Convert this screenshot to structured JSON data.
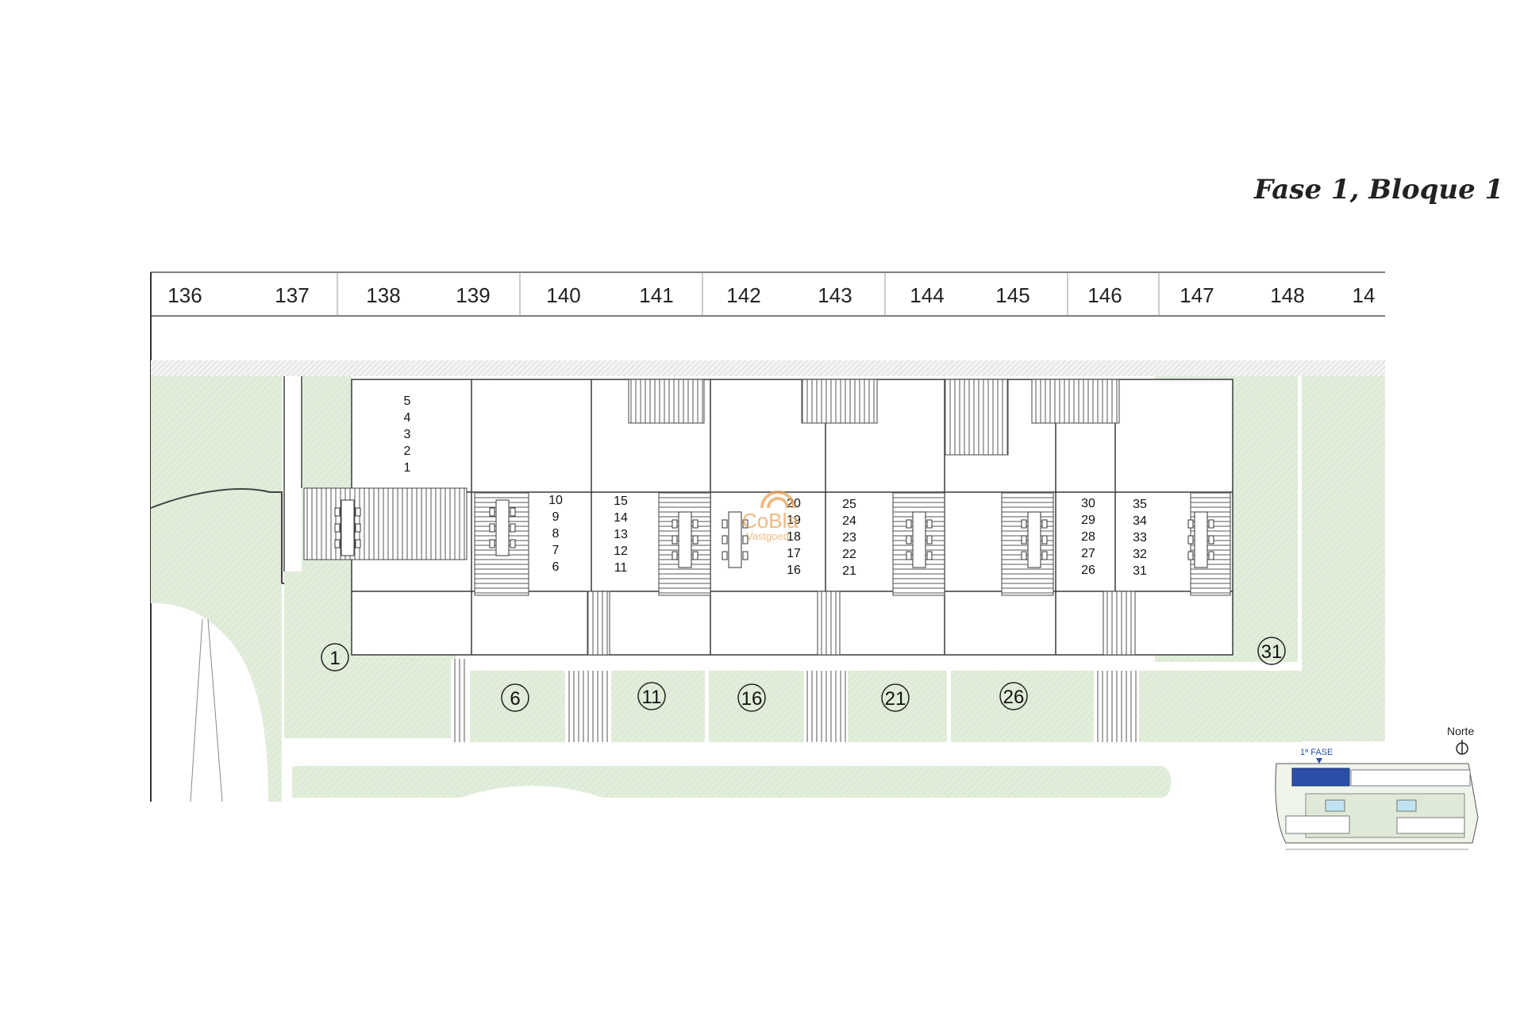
{
  "title": "Fase 1, Bloque 1",
  "parking_numbers": [
    "136",
    "137",
    "138",
    "139",
    "140",
    "141",
    "142",
    "143",
    "144",
    "145",
    "146",
    "147",
    "148",
    "14"
  ],
  "stacks": [
    [
      "5",
      "4",
      "3",
      "2",
      "1"
    ],
    [
      "10",
      "9",
      "8",
      "7",
      "6"
    ],
    [
      "15",
      "14",
      "13",
      "12",
      "11"
    ],
    [
      "20",
      "19",
      "18",
      "17",
      "16"
    ],
    [
      "25",
      "24",
      "23",
      "22",
      "21"
    ],
    [
      "30",
      "29",
      "28",
      "27",
      "26"
    ],
    [
      "35",
      "34",
      "33",
      "32",
      "31"
    ]
  ],
  "garden_units": [
    "1",
    "6",
    "11",
    "16",
    "21",
    "26",
    "31"
  ],
  "watermark": {
    "brand": "CoBla",
    "sub": "Vastgoed",
    "color": "#e8a35a"
  },
  "north_label": "Norte",
  "minimap_label": "1ª FASE",
  "colors": {
    "lawn": "#e2eedb",
    "hatch": "#cfcfcf",
    "line": "#3a3a3a",
    "highlight": "#2b4fa8"
  }
}
